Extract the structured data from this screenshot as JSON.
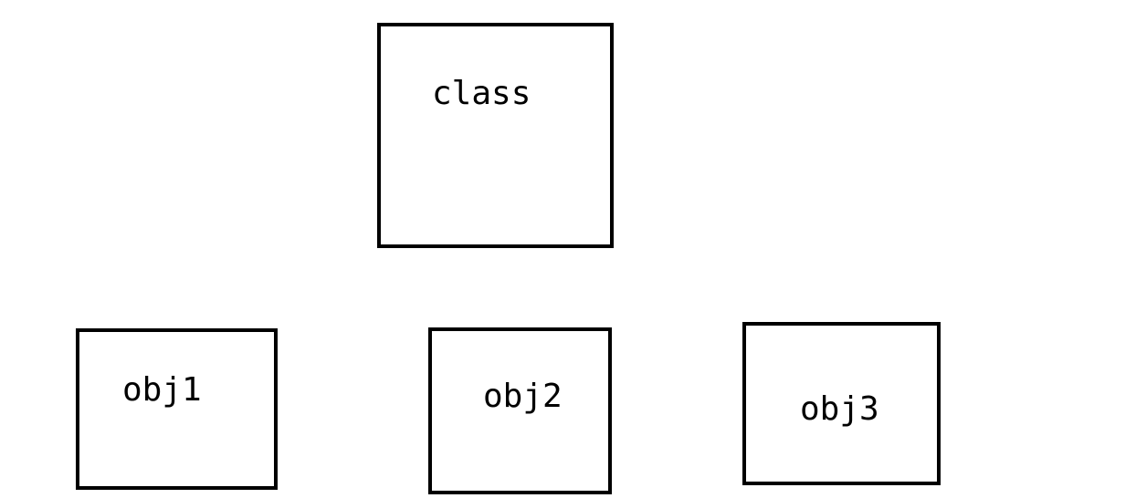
{
  "diagram": {
    "boxes": [
      {
        "id": "class",
        "label": "class"
      },
      {
        "id": "obj1",
        "label": "obj1"
      },
      {
        "id": "obj2",
        "label": "obj2"
      },
      {
        "id": "obj3",
        "label": "obj3"
      }
    ],
    "colors": {
      "stroke": "#000000",
      "background": "#ffffff",
      "text": "#000000"
    }
  }
}
